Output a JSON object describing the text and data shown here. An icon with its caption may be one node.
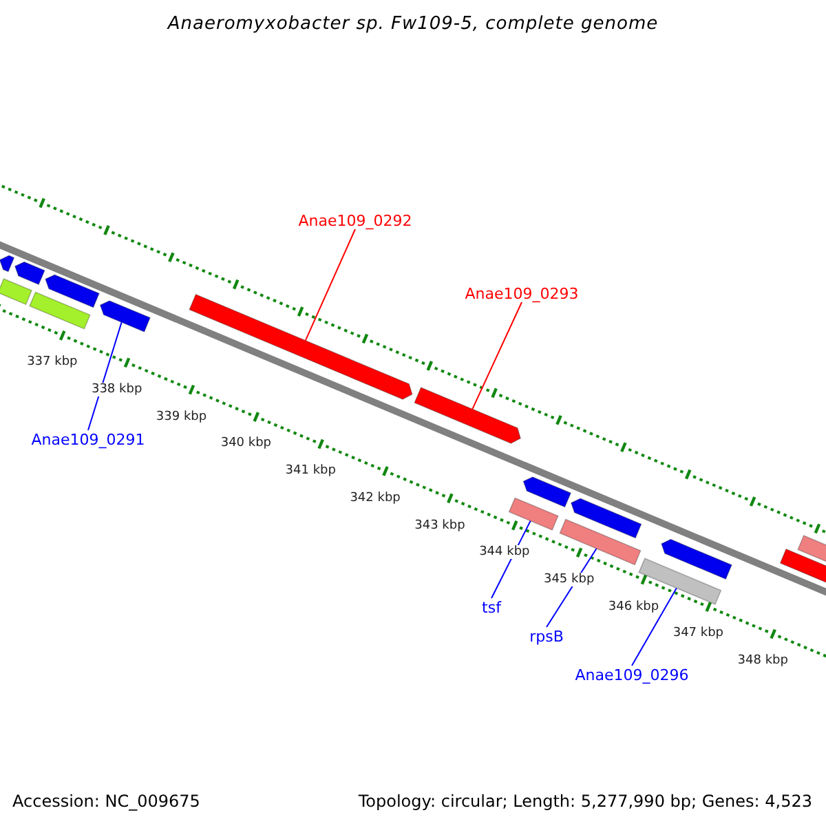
{
  "diagram": {
    "title": "Anaeromyxobacter sp. Fw109-5, complete genome",
    "nodes": [
      {
        "text": [],
        "shape": "arrow"
      },
      {
        "text": [],
        "shape": "bar"
      },
      {
        "text": [],
        "shape": "arrow"
      },
      {
        "text": [],
        "shape": "arrow"
      },
      {
        "text": [],
        "shape": "bar"
      },
      {
        "text": [],
        "shape": "arrow"
      },
      {
        "text": [
          "Anae109_0291"
        ]
      },
      {
        "text": [
          "Anae109_0292"
        ]
      },
      {
        "text": [],
        "shape": "arrow"
      },
      {
        "text": [],
        "shape": "arrow"
      },
      {
        "text": [
          "Anae109_0293"
        ]
      },
      {
        "text": [
          "tsf"
        ]
      },
      {
        "text": [],
        "shape": "bar"
      },
      {
        "text": [],
        "shape": "arrow"
      },
      {
        "text": [
          "rpsB"
        ]
      },
      {
        "text": [],
        "shape": "bar"
      },
      {
        "text": [],
        "shape": "arrow"
      },
      {
        "text": [
          "Anae109_0296"
        ]
      },
      {
        "text": [],
        "shape": "bar"
      },
      {
        "text": [],
        "shape": "arrow"
      },
      {
        "text": [],
        "shape": "arrow"
      },
      {
        "text": [],
        "shape": "bar"
      }
    ],
    "edges": [
      {
        "from": 6,
        "to": 5,
        "arrow": "none"
      },
      {
        "from": 7,
        "to": 8,
        "arrow": "none",
        "color": "#ff0000"
      },
      {
        "from": 10,
        "to": 9,
        "arrow": "none",
        "color": "#ff0000"
      },
      {
        "from": 11,
        "to": 12,
        "arrow": "none"
      },
      {
        "from": 14,
        "to": 15,
        "arrow": "none"
      },
      {
        "from": 17,
        "to": 18,
        "arrow": "none"
      }
    ],
    "labels": [
      "337 kbp",
      "338 kbp",
      "339 kbp",
      "340 kbp",
      "341 kbp",
      "342 kbp",
      "343 kbp",
      "344 kbp",
      "345 kbp",
      "346 kbp",
      "347 kbp",
      "348 kbp",
      "Accession: NC_009675",
      "Topology: circular; Length: 5,277,990 bp; Genes: 4,523"
    ]
  }
}
